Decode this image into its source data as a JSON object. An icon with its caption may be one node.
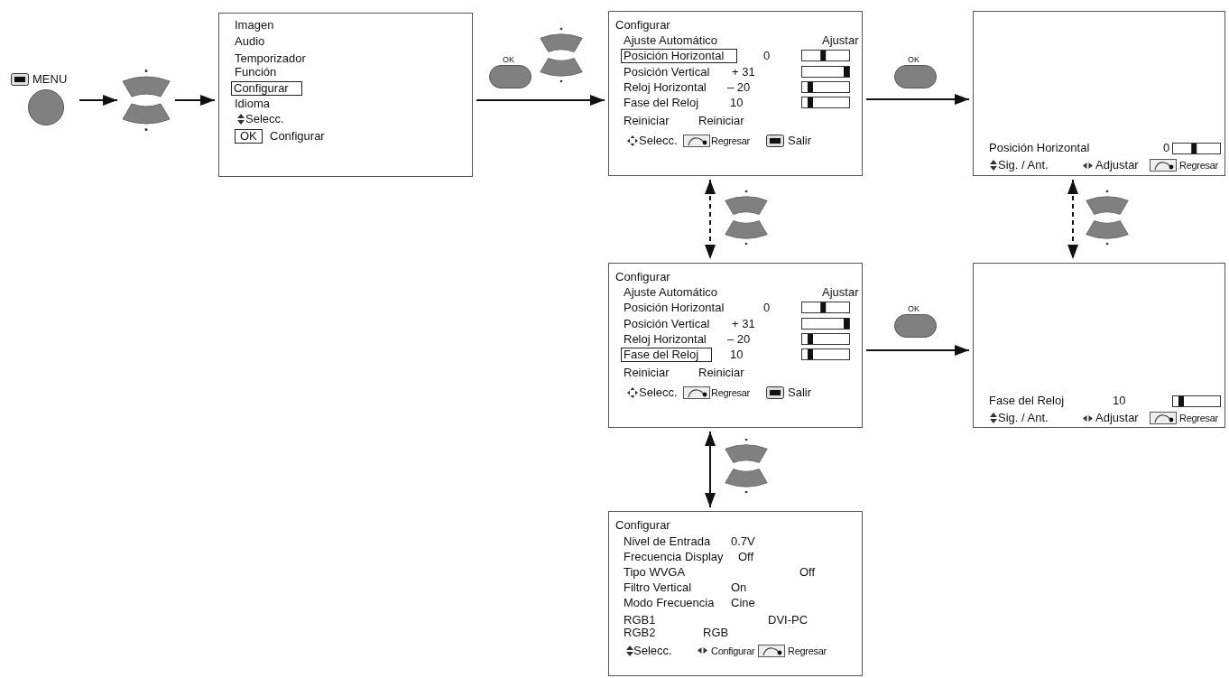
{
  "diagram": {
    "nodes": [
      {
        "text": [
          "MENU"
        ]
      },
      {
        "text": [],
        "shape": "button"
      },
      {
        "text": [
          "Imagen",
          "Audio",
          "Temporizador",
          "Función",
          "Configurar",
          "Idioma",
          "Selecc.",
          "OK",
          "Configurar"
        ]
      },
      {
        "text": [
          "OK"
        ]
      },
      {
        "text": [
          "Configurar",
          "Ajuste Automático",
          "Ajustar",
          "Posición Horizontal",
          "0",
          "Posición Vertical",
          "+ 31",
          "Reloj Horizontal",
          "– 20",
          "Fase del Reloj",
          "10",
          "Reiniciar",
          "Reiniciar",
          "Selecc.",
          "Regresar",
          "Salir"
        ]
      },
      {
        "text": [
          "OK"
        ]
      },
      {
        "text": [
          "Posición Horizontal",
          "0",
          "Sig. / Ant.",
          "Adjustar",
          "Regresar"
        ]
      },
      {
        "text": [
          "Configurar",
          "Ajuste Automático",
          "Ajustar",
          "Posición Horizontal",
          "0",
          "Posición Vertical",
          "+ 31",
          "Reloj Horizontal",
          "– 20",
          "Fase del Reloj",
          "10",
          "Reiniciar",
          "Reiniciar",
          "Selecc.",
          "Regresar",
          "Salir"
        ]
      },
      {
        "text": [
          "OK"
        ]
      },
      {
        "text": [
          "Fase del Reloj",
          "10",
          "Sig. / Ant.",
          "Adjustar",
          "Regresar"
        ]
      },
      {
        "text": [
          "Configurar",
          "Nivel de Entrada",
          "0.7V",
          "Frecuencia Display",
          "Off",
          "Tipo WVGA",
          "Off",
          "Filtro Vertical",
          "On",
          "Modo Frecuencia",
          "Cine",
          "RGB1",
          "DVI-PC",
          "RGB2",
          "RGB",
          "Selecc.",
          "Configurar",
          "Regresar"
        ]
      }
    ],
    "edges": [
      {
        "from": 0,
        "to": 1,
        "arrow": "to"
      },
      {
        "from": 1,
        "to": 2,
        "arrow": "to"
      },
      {
        "from": 2,
        "to": 4,
        "arrow": "to"
      },
      {
        "from": 4,
        "to": 6,
        "arrow": "to"
      },
      {
        "from": 4,
        "to": 7,
        "arrow": "both",
        "style": "dashed"
      },
      {
        "from": 6,
        "to": 9,
        "arrow": "both",
        "style": "dashed"
      },
      {
        "from": 7,
        "to": 9,
        "arrow": "to"
      },
      {
        "from": 7,
        "to": 10,
        "arrow": "both"
      }
    ]
  }
}
